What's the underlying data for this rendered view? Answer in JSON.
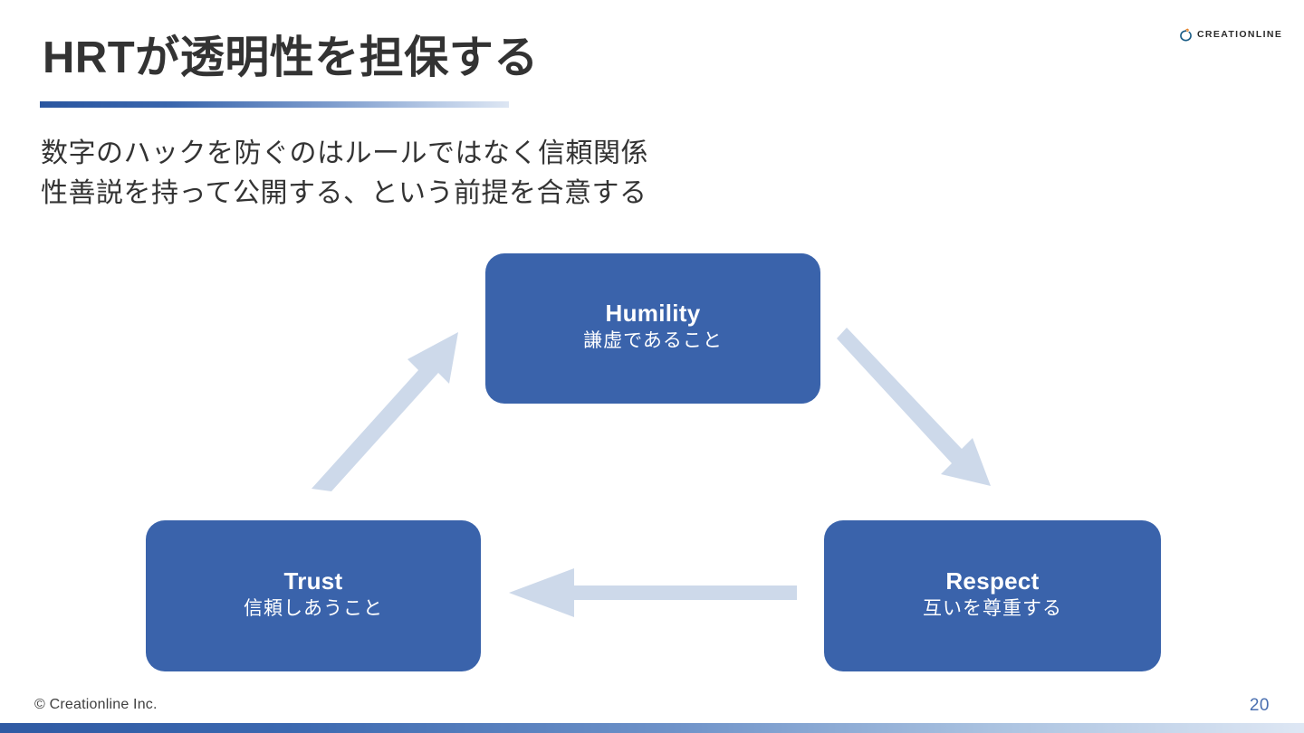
{
  "brand": {
    "name": "CREATIONLINE",
    "mark_icon": "creationline-droplet-icon",
    "mark_color": "#1b5d86",
    "accent_color": "#e8842b"
  },
  "header": {
    "title": "HRTが透明性を担保する",
    "rule_gradient_from": "#2a56a0",
    "rule_gradient_to": "#dde6f3"
  },
  "body": {
    "lines": [
      "数字のハックを防ぐのはルールではなく信頼関係",
      "性善説を持って公開する、という前提を合意する"
    ]
  },
  "diagram": {
    "type": "cycle",
    "node_color": "#3A63AB",
    "node_text_color": "#ffffff",
    "arrow_color": "#CDD9EA",
    "nodes": [
      {
        "id": "humility",
        "en": "Humility",
        "ja": "謙虚であること"
      },
      {
        "id": "respect",
        "en": "Respect",
        "ja": "互いを尊重する"
      },
      {
        "id": "trust",
        "en": "Trust",
        "ja": "信頼しあうこと"
      }
    ],
    "arrows": [
      {
        "id": "humility-to-respect",
        "from": "humility",
        "to": "respect",
        "direction": "down-right"
      },
      {
        "id": "respect-to-trust",
        "from": "respect",
        "to": "trust",
        "direction": "left"
      },
      {
        "id": "trust-to-humility",
        "from": "trust",
        "to": "humility",
        "direction": "up-right"
      }
    ]
  },
  "footer": {
    "copyright": "© Creationline Inc.",
    "page_number": "20",
    "page_number_color": "#4a6fb0",
    "bar_gradient_from": "#2f5aa3",
    "bar_gradient_to": "#dee7f4"
  }
}
